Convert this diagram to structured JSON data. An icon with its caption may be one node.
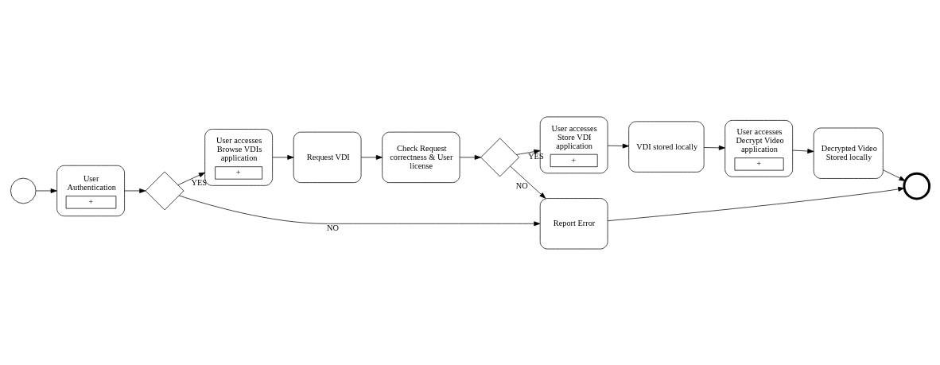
{
  "diagram": {
    "nodes": [
      {
        "text": [],
        "shape": "circle"
      },
      {
        "text": [
          "User Authentication",
          "+"
        ]
      },
      {
        "text": [],
        "shape": "diamond"
      },
      {
        "text": [
          "User accesses Browse VDIs application",
          "+"
        ]
      },
      {
        "text": [
          "Request VDI"
        ]
      },
      {
        "text": [
          "Check Request correctness & User license"
        ]
      },
      {
        "text": [],
        "shape": "diamond"
      },
      {
        "text": [
          "Report Error"
        ]
      },
      {
        "text": [],
        "shape": "circle"
      },
      {
        "text": [
          "Decrypted Video Stored locally"
        ]
      },
      {
        "text": [
          "User accesses Decrypt Video application",
          "+"
        ]
      },
      {
        "text": [
          "VDI stored locally"
        ]
      },
      {
        "text": [
          "User accesses Store VDI application",
          "+"
        ]
      }
    ],
    "edges": [
      {
        "from": 0,
        "to": 1,
        "arrow": "to"
      },
      {
        "from": 1,
        "to": 2,
        "arrow": "to"
      },
      {
        "from": 2,
        "to": 3,
        "arrow": "to",
        "label": "YES"
      },
      {
        "from": 3,
        "to": 4,
        "arrow": "to"
      },
      {
        "from": 4,
        "to": 5,
        "arrow": "to"
      },
      {
        "from": 5,
        "to": 6,
        "arrow": "to"
      },
      {
        "from": 2,
        "to": 7,
        "arrow": "to",
        "label": "NO"
      },
      {
        "from": 6,
        "to": 7,
        "arrow": "to",
        "label": "NO"
      },
      {
        "from": 7,
        "to": 8,
        "arrow": "to"
      },
      {
        "from": 6,
        "to": 12,
        "arrow": "to",
        "label": "YES"
      },
      {
        "from": 12,
        "to": 11,
        "arrow": "to"
      },
      {
        "from": 11,
        "to": 10,
        "arrow": "to"
      },
      {
        "from": 10,
        "to": 9,
        "arrow": "to"
      },
      {
        "from": 9,
        "to": 8,
        "arrow": "to"
      }
    ]
  }
}
